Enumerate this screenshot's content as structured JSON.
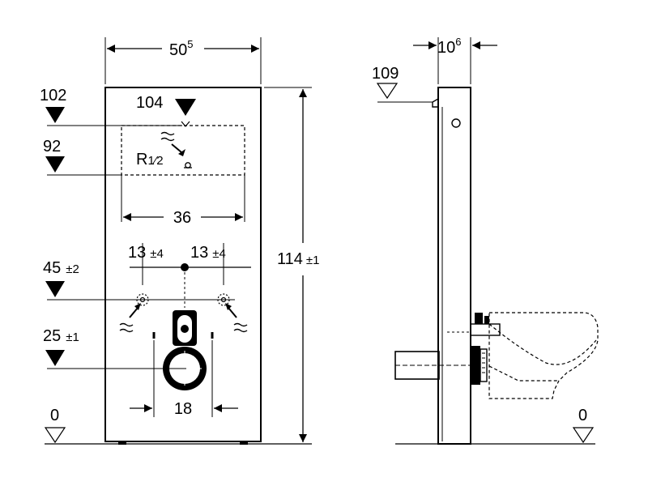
{
  "front_view": {
    "width_main": "50",
    "width_sup": "5",
    "inner_width": "36",
    "offset_left": "13",
    "offset_left_tol": "±4",
    "offset_right": "13",
    "offset_right_tol": "±4",
    "height_total": "114",
    "height_total_tol": "±1",
    "outlet_spacing": "18",
    "thread_main": "R",
    "thread_frac": "1⁄2",
    "levels": [
      {
        "value": "102",
        "tol": ""
      },
      {
        "value": "104",
        "tol": ""
      },
      {
        "value": "92",
        "tol": ""
      },
      {
        "value": "45",
        "tol": "±2"
      },
      {
        "value": "25",
        "tol": "±1"
      },
      {
        "value": "0",
        "tol": ""
      }
    ]
  },
  "side_view": {
    "depth_main": "10",
    "depth_sup": "6",
    "level_top": "109",
    "level_floor": "0"
  },
  "colors": {
    "line": "#000000",
    "background": "#ffffff"
  }
}
